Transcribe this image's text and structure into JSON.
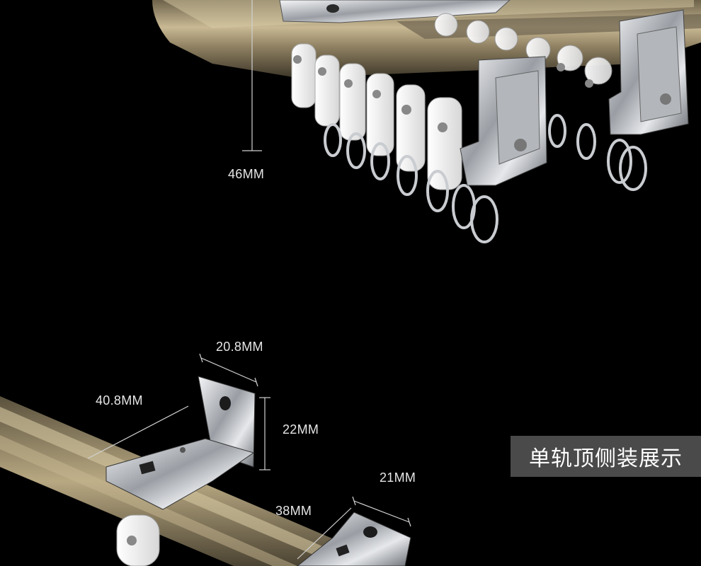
{
  "dimensions": {
    "top_height": "46MM",
    "bracket_width": "20.8MM",
    "bracket_length": "40.8MM",
    "bracket_height": "22MM",
    "clip_width": "21MM",
    "clip_length": "38MM"
  },
  "caption": "单轨顶侧装展示",
  "colors": {
    "background": "#000000",
    "rail_bronze": "#a89872",
    "chrome": "#cfd2d6",
    "caption_bg": "#4a4a4a"
  }
}
